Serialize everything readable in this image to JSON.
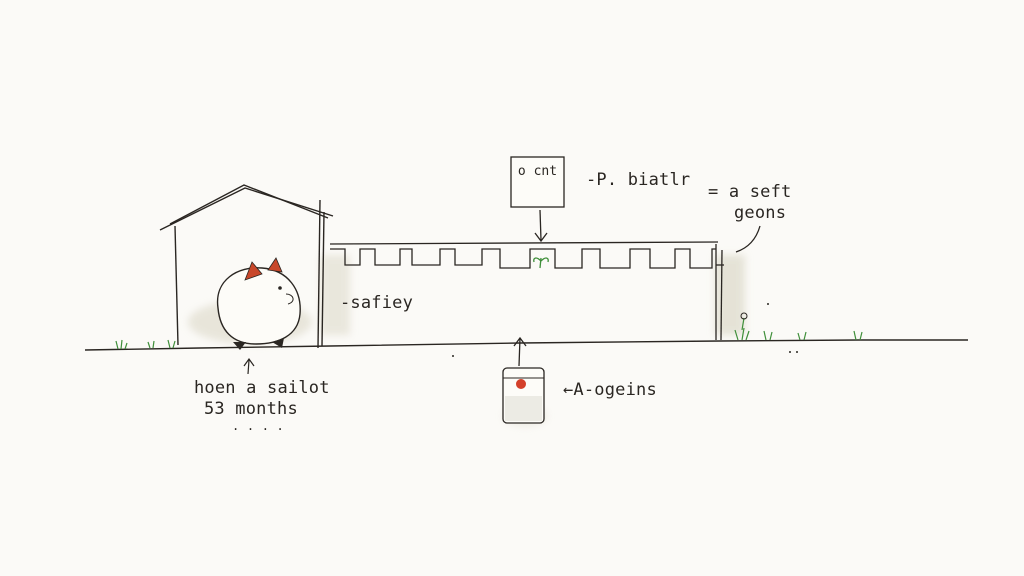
{
  "box": {
    "text": "o cnt"
  },
  "labels": {
    "box_note": "-P. biatlr",
    "right_note_line1": "= a seft",
    "right_note_line2": "geons",
    "wall_note": "-safiey",
    "jar_note": "←A-ogeins",
    "caption_line1": "hoen a sailot",
    "caption_line2": "53 months",
    "caption_line3": ". . . ."
  },
  "colors": {
    "ink": "#2a2622",
    "paper": "#fbfaf7",
    "wash": "#e7e4d8",
    "red": "#c8472a",
    "grass": "#3f8f3a"
  }
}
